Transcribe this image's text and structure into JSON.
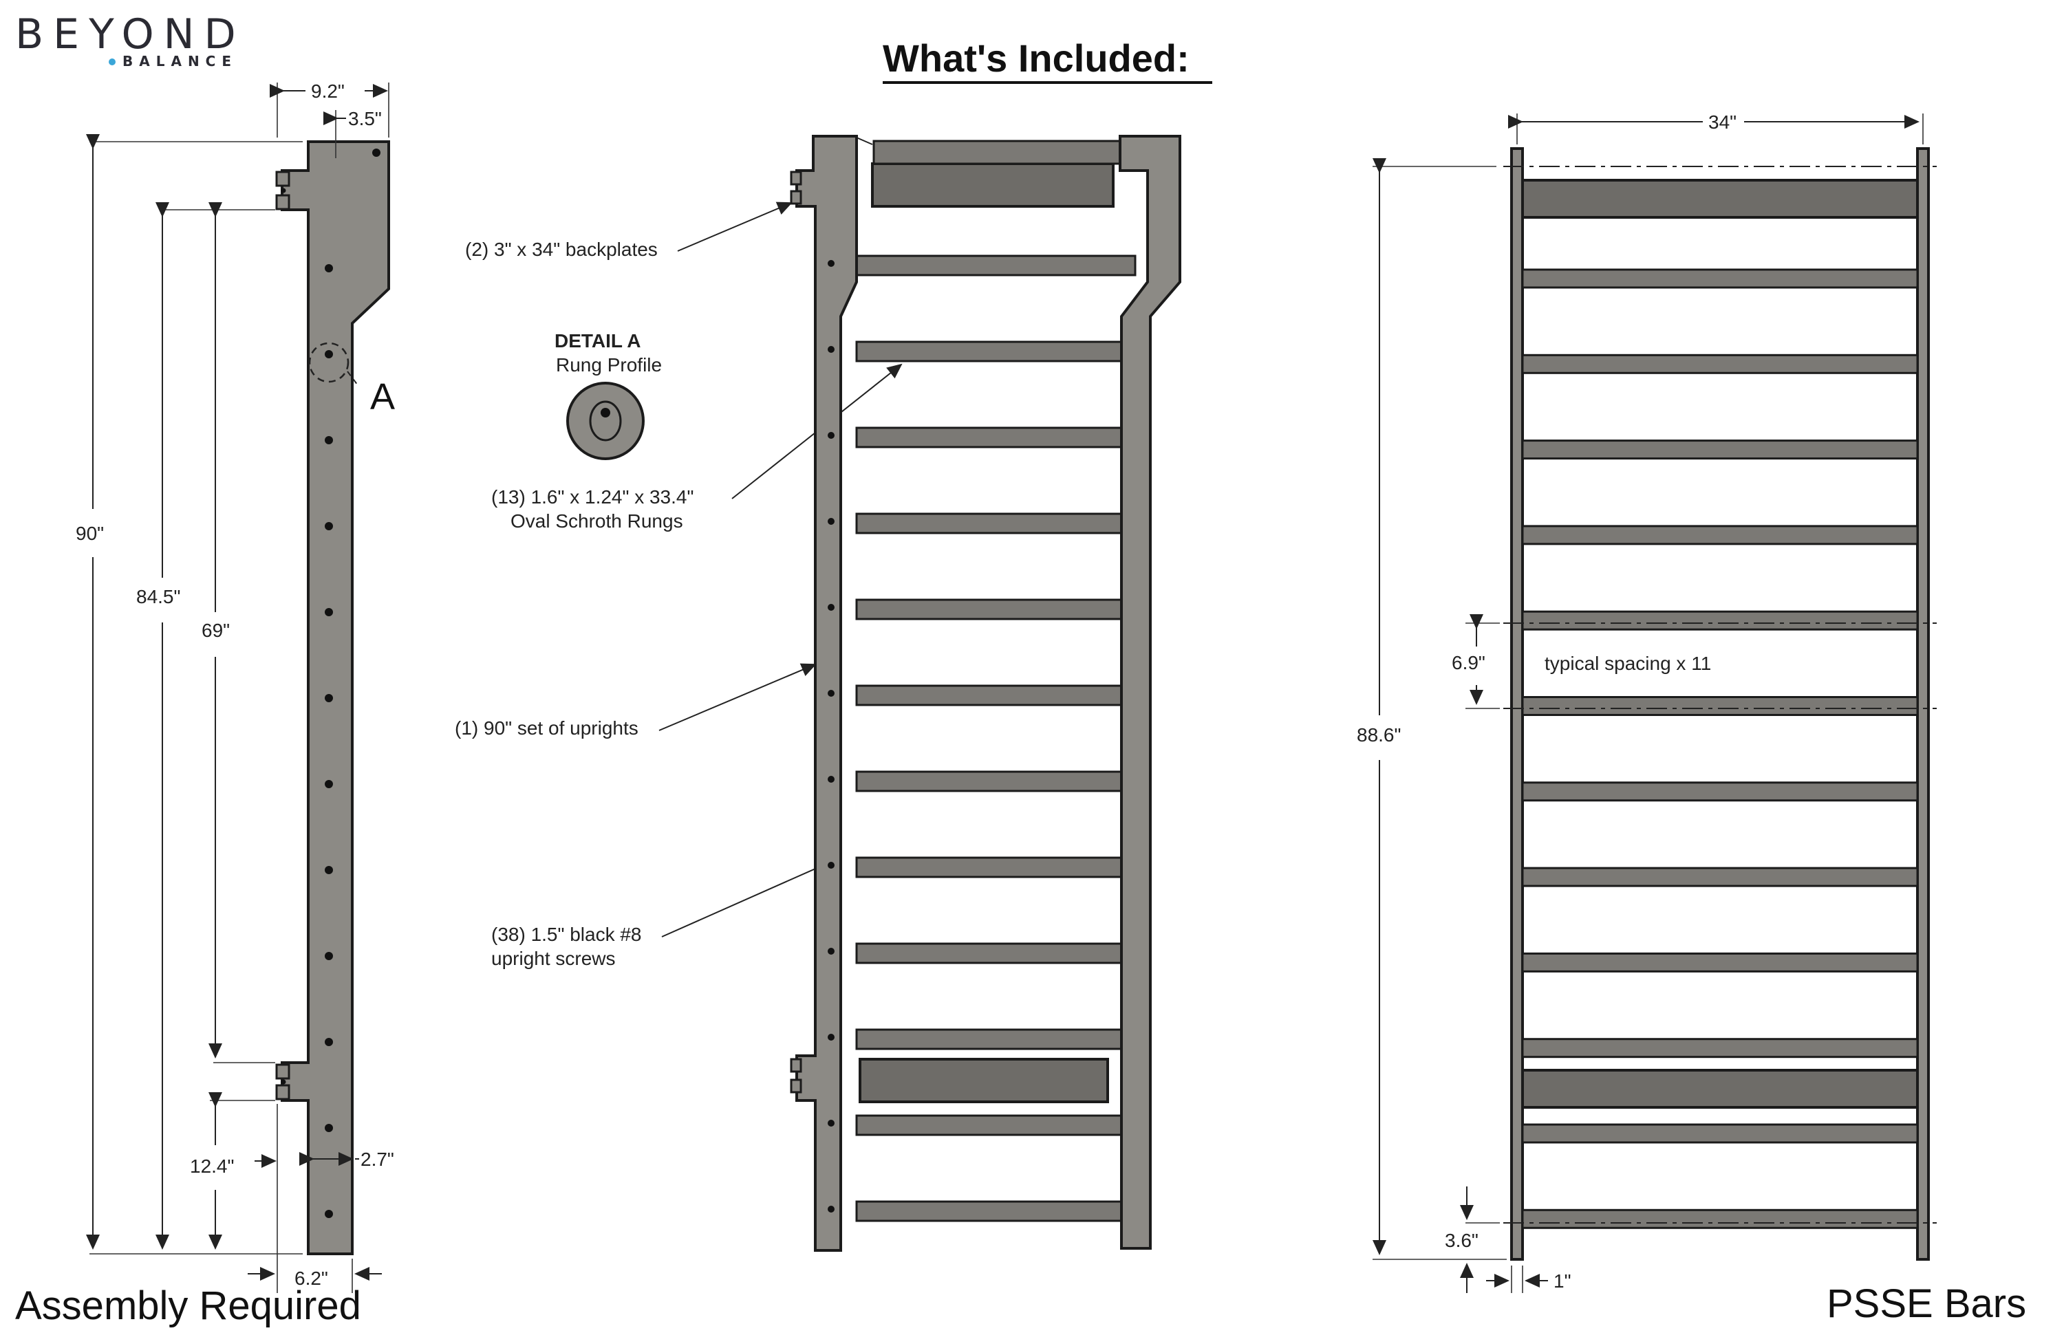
{
  "logo": {
    "top": "BEYOND",
    "bottom": "BALANCE",
    "accent": "#3aa6d8"
  },
  "title": "What's Included:",
  "left_caption": "Assembly Required",
  "right_caption": "PSSE Bars",
  "upright_dims": {
    "width_top": "9.2\"",
    "width_hook": "3.5\"",
    "height_total": "90\"",
    "height_84": "84.5\"",
    "height_69": "69\"",
    "height_12": "12.4\"",
    "width_bottom": "2.7\"",
    "base_offset": "6.2\"",
    "detail_marker": "A"
  },
  "callouts": {
    "backplates": "(2) 3\" x 34\" backplates",
    "detail_title": "DETAIL A",
    "detail_sub": "Rung Profile",
    "rungs_line1": "(13) 1.6\" x 1.24\" x 33.4\"",
    "rungs_line2": "Oval Schroth Rungs",
    "uprights": "(1) 90\" set of uprights",
    "screws_line1": "(38) 1.5\" black #8",
    "screws_line2": "upright screws"
  },
  "front_dims": {
    "width": "34\"",
    "height": "88.6\"",
    "spacing": "6.9\"",
    "spacing_note": "typical spacing x 11",
    "bottom": "3.6\"",
    "post": "1\""
  },
  "colors": {
    "part": "#8c8a85",
    "outline": "#1b1b1b"
  }
}
